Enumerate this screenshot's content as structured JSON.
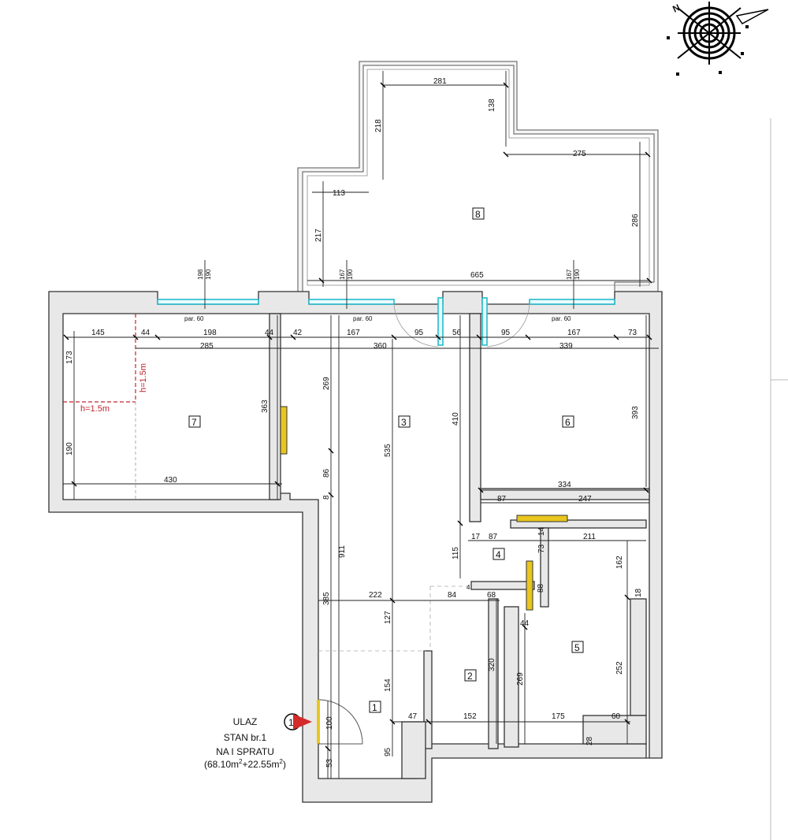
{
  "entrance": {
    "line1": "ULAZ",
    "line2": "STAN br.1",
    "line3": "NA I SPRATU",
    "area_pre": "(68.10m",
    "area_mid": "+22.55m",
    "area_post": ")",
    "sup": "2",
    "marker": "1"
  },
  "compass": {
    "north": "N"
  },
  "rooms": [
    "1",
    "2",
    "3",
    "4",
    "5",
    "6",
    "7",
    "8"
  ],
  "height_labels": [
    "h=1.5m",
    "h=1.5m"
  ],
  "window_labels": [
    "par. 60",
    "par. 60",
    "par. 60"
  ],
  "dimensions": [
    "281",
    "138",
    "218",
    "275",
    "113",
    "217",
    "286",
    "198",
    "190",
    "167",
    "190",
    "665",
    "167",
    "190",
    "145",
    "44",
    "198",
    "44",
    "42",
    "167",
    "95",
    "56",
    "95",
    "167",
    "73",
    "285",
    "360",
    "339",
    "173",
    "269",
    "363",
    "410",
    "393",
    "190",
    "86",
    "535",
    "430",
    "334",
    "87",
    "247",
    "8",
    "911",
    "17",
    "87",
    "14",
    "73",
    "211",
    "115",
    "4",
    "84",
    "68",
    "162",
    "18",
    "88",
    "222",
    "385",
    "127",
    "44",
    "320",
    "252",
    "269",
    "154",
    "47",
    "152",
    "175",
    "60",
    "100",
    "28",
    "53",
    "95"
  ],
  "colors": {
    "wall_fill": "#e8e8e8",
    "accent_red": "#c0262d",
    "window_cyan": "#18b6c9",
    "door_yellow": "#e8c61e"
  }
}
